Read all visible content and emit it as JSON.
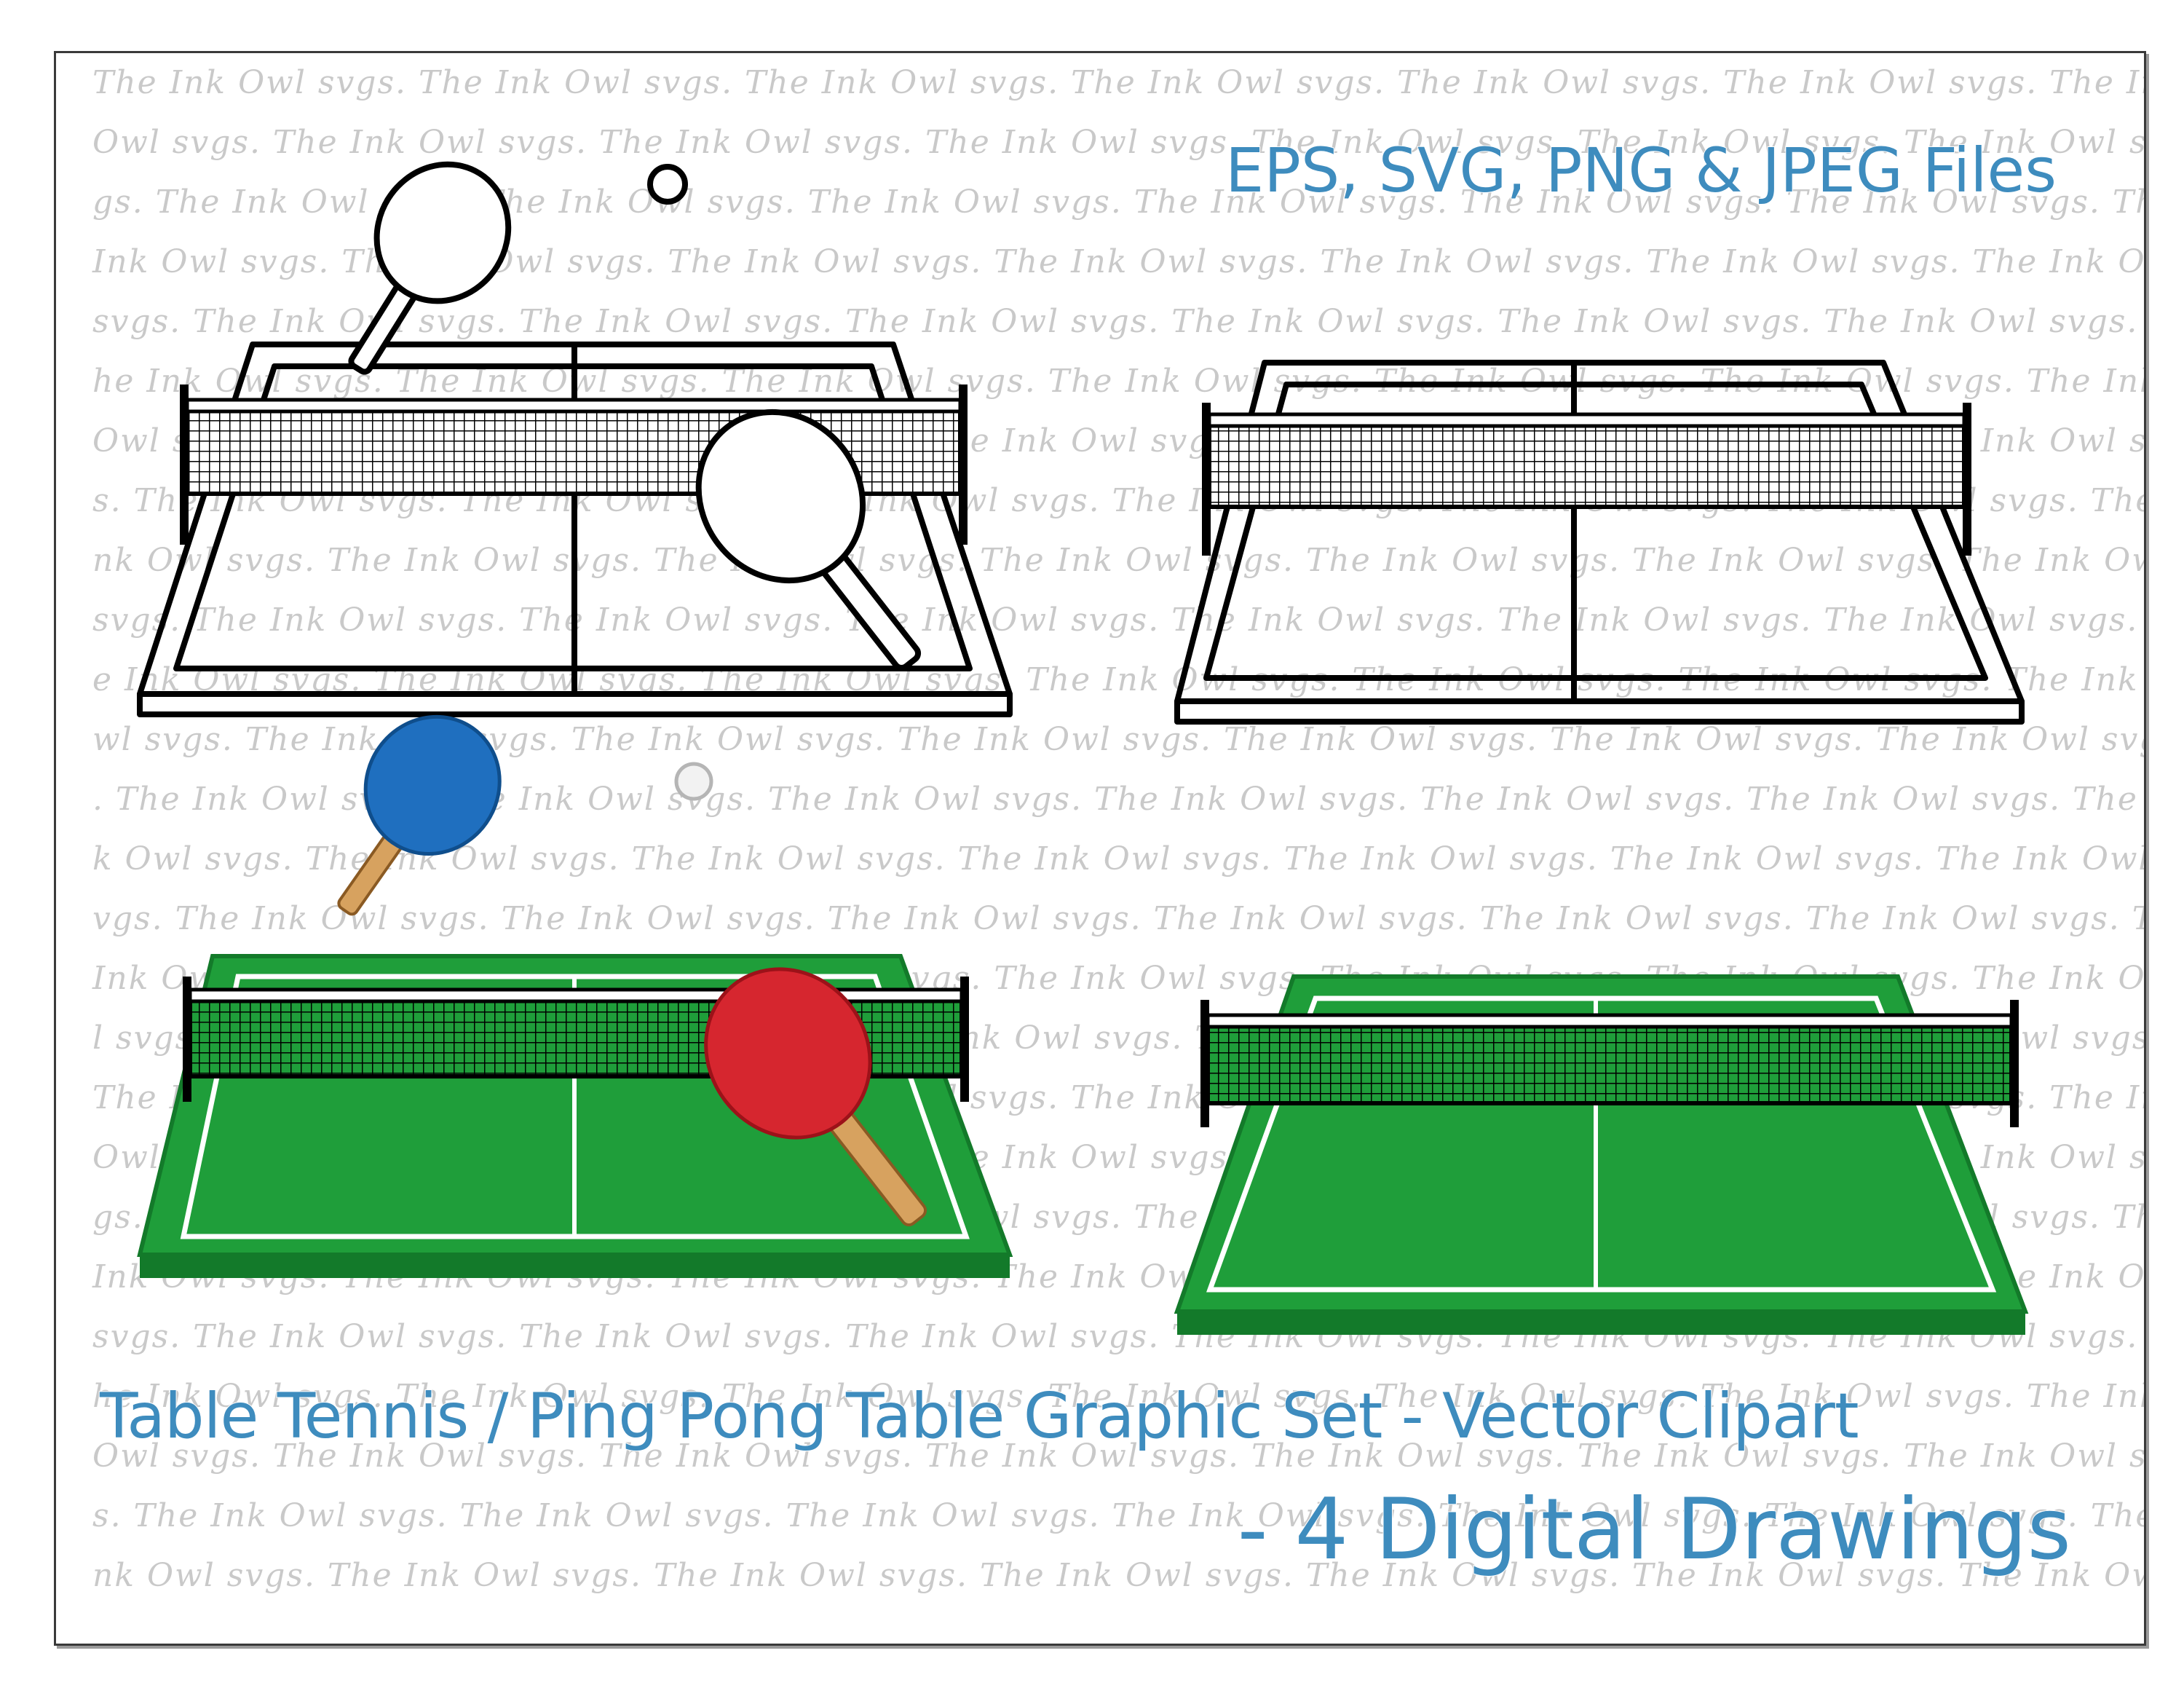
{
  "watermark": {
    "text": "The Ink Owl svgs."
  },
  "captions": {
    "files": "EPS, SVG, PNG & JPEG Files",
    "title_line_1": "Table Tennis / Ping Pong Table Graphic Set - Vector Clipart",
    "title_line_2": "- 4 Digital Drawings"
  },
  "colors": {
    "caption_blue": "#3e8cbe",
    "table_green": "#1f9e3a",
    "table_edge": "#137a2a",
    "paddle_blue": "#1f6fbf",
    "paddle_red": "#d6262f",
    "handle_wood": "#d7a25f",
    "watermark_gray": "#c9c9c9"
  },
  "drawings": [
    {
      "name": "outline-table-with-paddles"
    },
    {
      "name": "outline-table"
    },
    {
      "name": "green-table-with-paddles"
    },
    {
      "name": "green-table"
    }
  ]
}
